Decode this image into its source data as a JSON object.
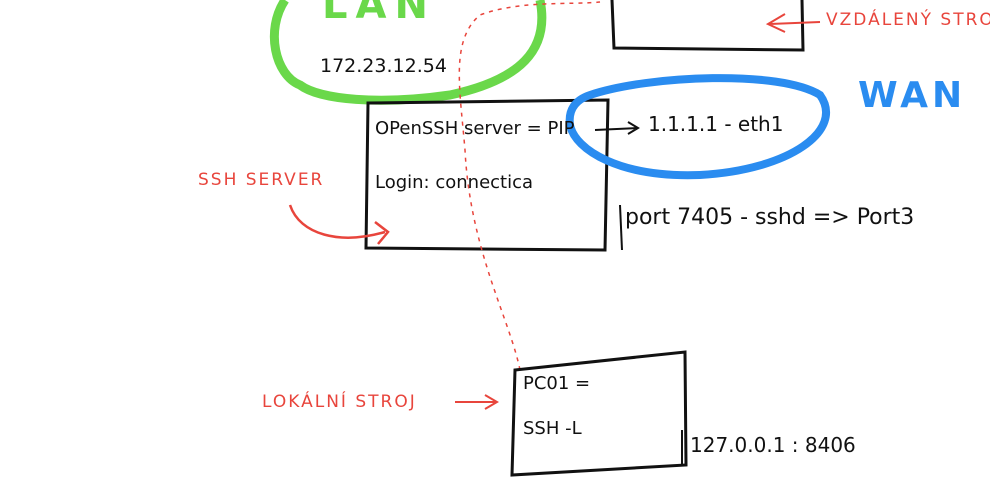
{
  "colors": {
    "lan": "#6ad84a",
    "wan": "#2a8cf0",
    "annotation": "#e8453c",
    "ink": "#111111"
  },
  "lan": {
    "label": "LAN",
    "ip": "172.23.12.54"
  },
  "remote": {
    "label": "VZDÁLENÝ STROJ"
  },
  "server": {
    "line1": "OPenSSH server = PIP",
    "line2": "Login: connectica",
    "annotation": "SSH SERVER",
    "wan_ip": "1.1.1.1 - eth1",
    "port_note": "port 7405 - sshd => Port3"
  },
  "wan": {
    "label": "WAN"
  },
  "local": {
    "line1": "PC01 =",
    "line2": "SSH -L",
    "annotation": "LOKÁLNÍ STROJ",
    "address": "127.0.0.1 : 8406"
  }
}
